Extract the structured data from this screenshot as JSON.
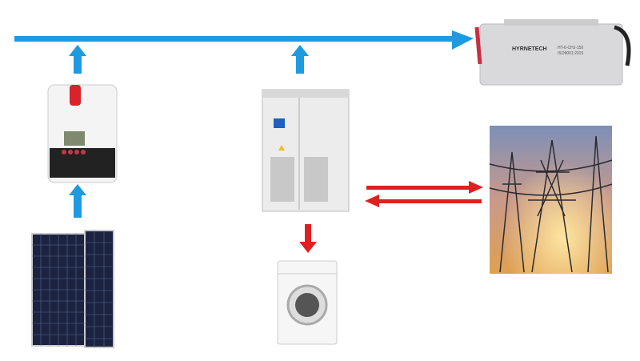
{
  "battery": {
    "brand": "HYRNETECH",
    "model": "HT-6-CHJ-150",
    "cert": "ISO9001:2015"
  },
  "colors": {
    "bus": "#1e9be0",
    "ac_flow": "#e02020"
  }
}
